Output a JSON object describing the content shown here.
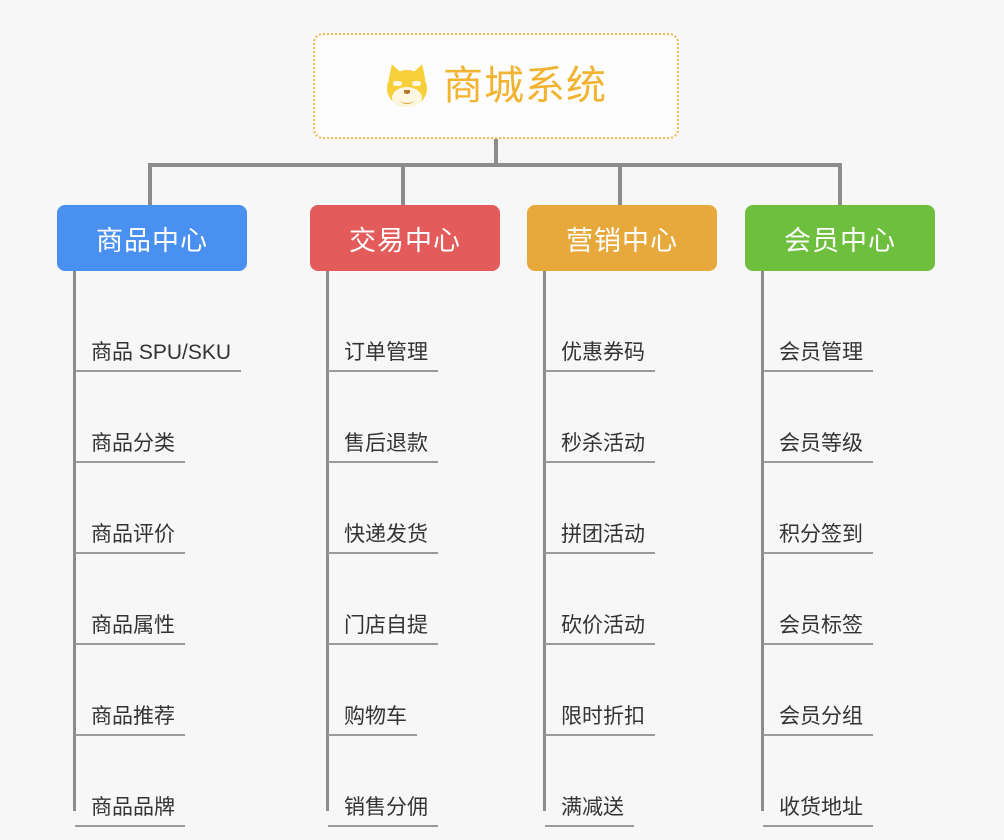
{
  "diagram": {
    "type": "mindmap-tree",
    "background_color": "#f7f7f7",
    "root": {
      "title": "商城系统",
      "icon": "dog-face-emoji",
      "border_color": "#f0b956",
      "text_color": "#f2b331"
    },
    "branches": [
      {
        "label": "商品中心",
        "color": "#4a90f0",
        "items": [
          "商品 SPU/SKU",
          "商品分类",
          "商品评价",
          "商品属性",
          "商品推荐",
          "商品品牌"
        ]
      },
      {
        "label": "交易中心",
        "color": "#e35b5b",
        "items": [
          "订单管理",
          "售后退款",
          "快递发货",
          "门店自提",
          "购物车",
          "销售分佣"
        ]
      },
      {
        "label": "营销中心",
        "color": "#e8a93c",
        "items": [
          "优惠券码",
          "秒杀活动",
          "拼团活动",
          "砍价活动",
          "限时折扣",
          "满减送"
        ]
      },
      {
        "label": "会员中心",
        "color": "#6fbf3f",
        "items": [
          "会员管理",
          "会员等级",
          "积分签到",
          "会员标签",
          "会员分组",
          "收货地址"
        ]
      }
    ],
    "connector_color": "#8c8c8c"
  }
}
